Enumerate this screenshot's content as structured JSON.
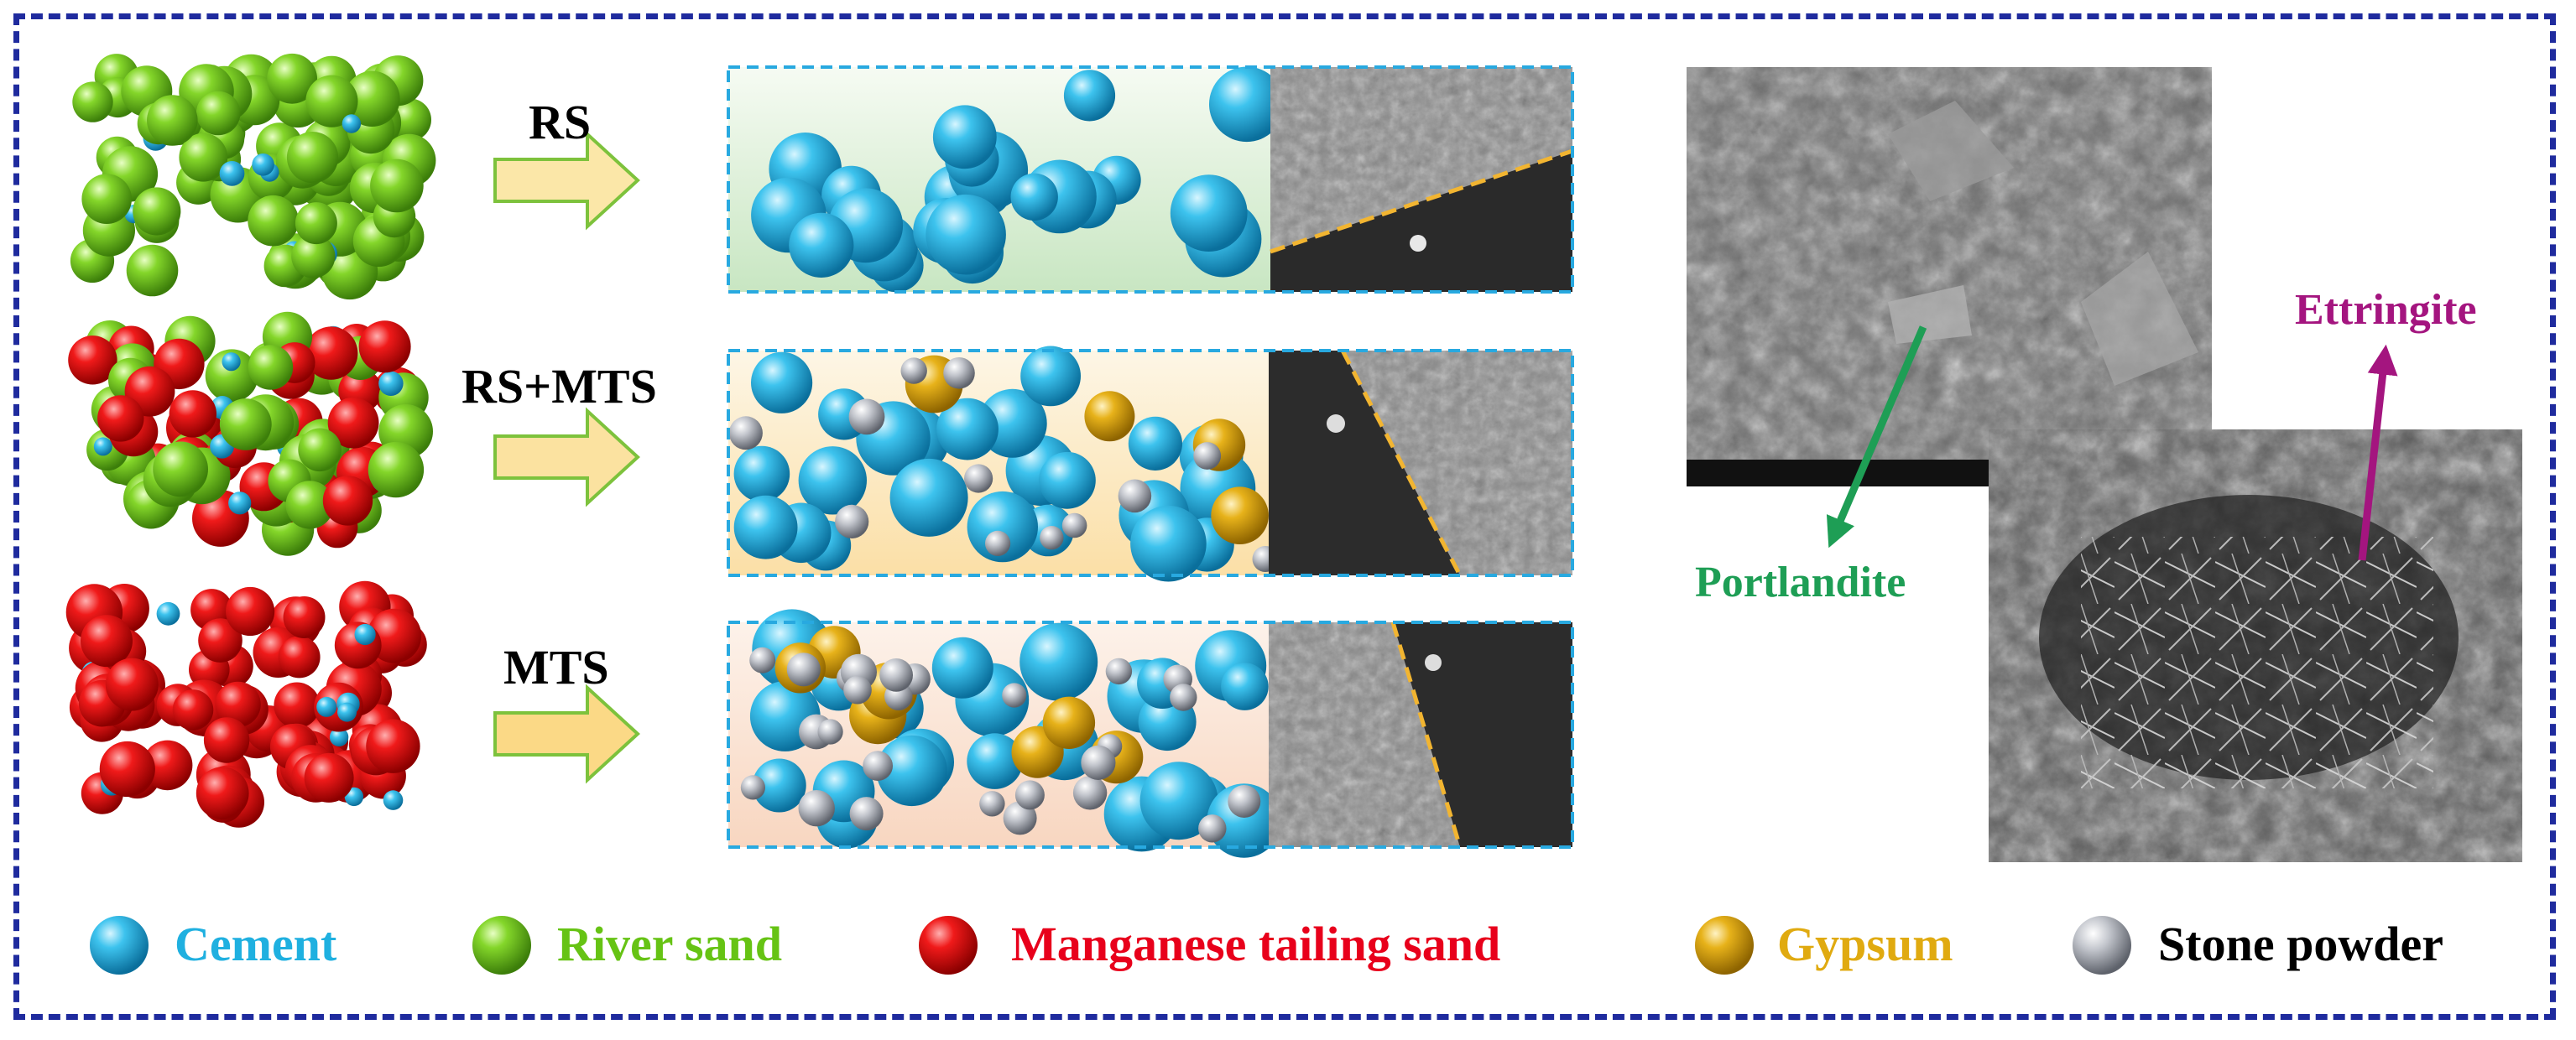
{
  "figure": {
    "rows": [
      {
        "label": "RS"
      },
      {
        "label": "RS+MTS"
      },
      {
        "label": "MTS"
      }
    ],
    "sem_annotations": {
      "portlandite": {
        "label": "Portlandite",
        "color": "#1e9e55"
      },
      "ettringite": {
        "label": "Ettringite",
        "color": "#a4157f"
      }
    },
    "legend": [
      {
        "label": "Cement",
        "color": "#1fb0e0",
        "icon": "cement-sphere"
      },
      {
        "label": "River sand",
        "color": "#66c314",
        "icon": "river-sand-sphere"
      },
      {
        "label": "Manganese tailing sand",
        "color": "#e8001b",
        "icon": "manganese-sphere"
      },
      {
        "label": "Gypsum",
        "color": "#e0aa10",
        "icon": "gypsum-sphere"
      },
      {
        "label": "Stone powder",
        "color": "#000000",
        "icon": "stone-powder-sphere"
      }
    ],
    "colors": {
      "frame": "#1f2b9e",
      "panel_border": "#28a9e0",
      "arrow_fill": "#fbe7a8",
      "interface_line": "#f2b531"
    }
  }
}
